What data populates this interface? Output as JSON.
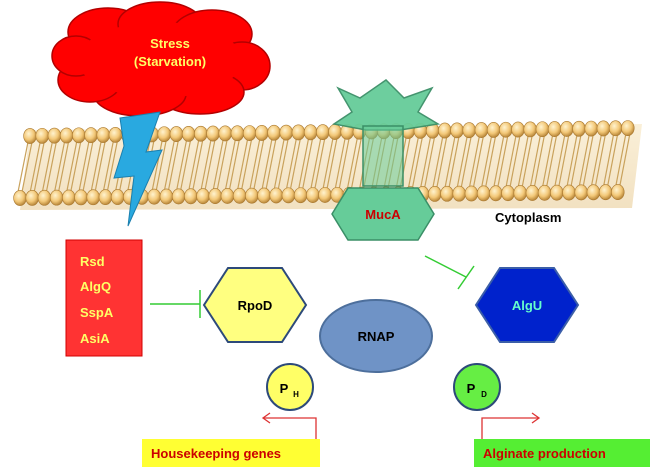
{
  "stress": {
    "line1": "Stress",
    "line2": "(Starvation)"
  },
  "mucA": "MucA",
  "cytoplasm": "Cytoplasm",
  "anti_sigma_list": [
    "Rsd",
    "AlgQ",
    "SspA",
    "AsiA"
  ],
  "rpoD": "RpoD",
  "algU": "AlgU",
  "rnap": "RNAP",
  "promoter_h": {
    "base": "P",
    "sub": "H"
  },
  "promoter_d": {
    "base": "P",
    "sub": "D"
  },
  "housekeeping_label": "Housekeeping genes",
  "alginate_label": "Alginate production",
  "colors": {
    "stress_cloud": "#ff0000",
    "stress_text": "#ffff66",
    "lightning": "#29a9e0",
    "membrane_head": "#f3c878",
    "mucA_fill": "#66cc99",
    "mucA_text": "#cc0000",
    "anti_sigma_box": "#ff3333",
    "anti_sigma_text": "#ffff66",
    "rpoD_fill": "#ffff80",
    "algU_fill": "#0022cc",
    "algU_text": "#66ffcc",
    "rnap_fill": "#6f93c6",
    "promoter_h_fill": "#ffff66",
    "promoter_d_fill": "#66ee44",
    "housekeeping_bg": "#ffff33",
    "housekeeping_text": "#cc0000",
    "alginate_bg": "#55ee33",
    "alginate_text": "#cc0000",
    "inhibition_line": "#33cc33",
    "arrow": "#dd3333"
  }
}
